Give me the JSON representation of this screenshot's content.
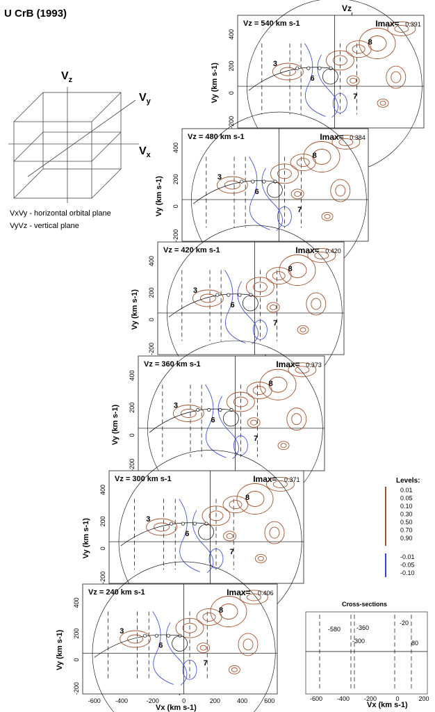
{
  "title": "U CrB (1993)",
  "cube": {
    "vz": "V",
    "vz_sub": "z",
    "vy": "V",
    "vy_sub": "y",
    "vx": "V",
    "vx_sub": "x",
    "legend_line1": "VxVy - horizontal orbital plane",
    "legend_line2": "VyVz - vertical plane"
  },
  "vz_axis_label": "Vz",
  "panels": [
    {
      "vz_label": "Vz = 540 km s-1",
      "imax_label": "Imax=",
      "imax_value": "0.391"
    },
    {
      "vz_label": "Vz = 480 km s-1",
      "imax_label": "Imax=",
      "imax_value": "0.384"
    },
    {
      "vz_label": "Vz = 420 km s-1",
      "imax_label": "Imax=",
      "imax_value": "0.420"
    },
    {
      "vz_label": "Vz = 360 km s-1",
      "imax_label": "Imax=",
      "imax_value": "0.373"
    },
    {
      "vz_label": "Vz = 300 km s-1",
      "imax_label": "Imax=",
      "imax_value": "0.371"
    },
    {
      "vz_label": "Vz = 240 km s-1",
      "imax_label": "Imax=",
      "imax_value": "0.406"
    }
  ],
  "feature_labels": [
    "3",
    "6",
    "7",
    "8"
  ],
  "axes": {
    "y_label": "Vy (km s-1)",
    "y_ticks": [
      "400",
      "200",
      "0",
      "-200"
    ],
    "x_label": "Vx (km s-1)",
    "x_ticks": [
      "-600",
      "-400",
      "-200",
      "0",
      "200",
      "400",
      "600"
    ]
  },
  "levels": {
    "title": "Levels:",
    "positive": [
      "0.01",
      "0.05",
      "0.10",
      "0.30",
      "0.50",
      "0.70",
      "0.90"
    ],
    "negative": [
      "-0.01",
      "-0.05",
      "-0.10"
    ],
    "positive_color": "#a0522d",
    "negative_color": "#3344cc"
  },
  "cross_sections": {
    "title": "Cross-sections",
    "labels": [
      "-580",
      "-360",
      "-300",
      "-20",
      "80"
    ],
    "x_ticks": [
      "-600",
      "-400",
      "-200",
      "0",
      "200"
    ],
    "x_label": "Vx (km s-1)"
  }
}
